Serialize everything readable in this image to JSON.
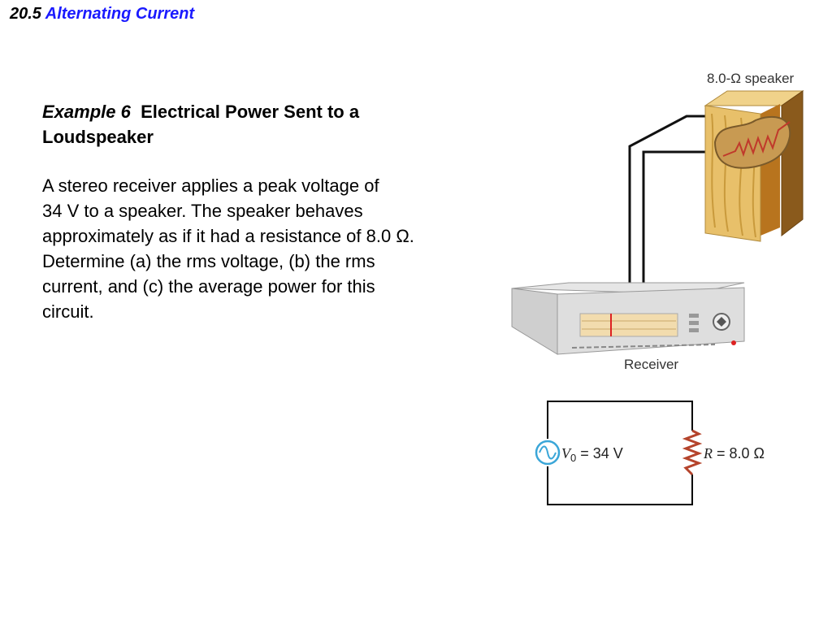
{
  "header": {
    "section_number": "20.5",
    "section_title": "Alternating Current"
  },
  "example": {
    "label": "Example 6",
    "title_line1": "Electrical Power Sent to a",
    "title_line2": "Loudspeaker"
  },
  "problem_lines": [
    "A stereo receiver applies a peak voltage of",
    "34 V to a speaker.  The speaker behaves",
    "approximately as if it had a resistance of 8.0 Ω.",
    "Determine (a) the rms voltage, (b) the rms",
    "current, and (c) the average power for this",
    "circuit."
  ],
  "figure": {
    "speaker_label": "8.0-Ω speaker",
    "receiver_label": "Receiver",
    "circuit": {
      "source_symbol": "V",
      "source_subscript": "0",
      "source_value": "= 34 V",
      "resistor_symbol": "R",
      "resistor_value": "= 8.0 Ω"
    }
  },
  "colors": {
    "section_title": "#1a1aff",
    "ac_source": "#3aa6d8",
    "resistor": "#b5442c",
    "wood": "#e8c06a"
  }
}
